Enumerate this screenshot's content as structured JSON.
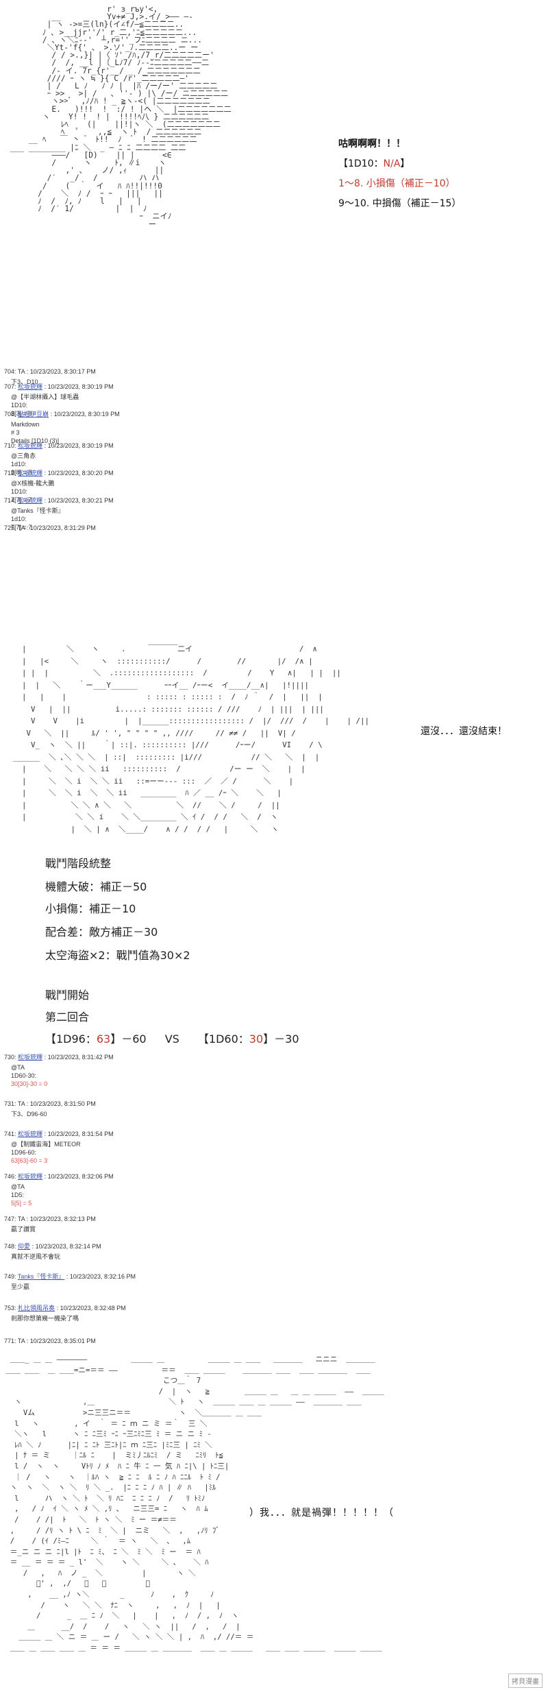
{
  "scene1": {
    "art": "                      r' з_rъy'<,\n          __          Yv+≠ J,>.イ/_>―― ―-\n         | ヽ ->=三(ln}(イ∠f/―≦二二二二..\n        ﾉ ､ >__jjr''/' r_二,'ﾆ≦二二二二二...\n        / 、ヽ＼ﾆ‐-'  ┴,r=''_フﾆ二二二二 ニ...\n         ＼Yt-'f{' 、 >.ソ'_ﾉ.二二二二..ー ー\n          / / >.,}| |〈 ｿ' /ﾊ,/7_r/二二二二二ー'\n          /  /, __l |〔_Lﾉ7/ ﾉ--ﾆ二二二二二――二\n          /- イ. 7r_{r'__/ _ /_二二二二二二二\n         //// ｰ ヽ ≒ }{ C /r'_二二二二二―'\n         | /   L ﾉ   ﾉ ﾉ |  |ﾊ /ー/ー' 二二二二二\n         ｰ >>   >| /   ､ ''‐ ) |\\ /ー/ ニ二二二二二\n          ヽ>>ﾞ  ,ﾉ/ﾊ ! _ ≧ヽ-<( |二二二二二二二\n          E.   )!!!  !  :/ ! |ヘ ＼  |二二二二二二二\n        ヽ    Y! !  ! |  !!!!ﾍ八 } 二二二二二二\n            ﾚﾍ    (|    ||!|ヽ ＼  (二二二二二二二\n            ﾍ   ﾟ    ,,≦  ヽ ﾄ  / 二二二二二二\n     __ ﾍ   ￣ 丶  ゙  ﾄ!!  ﾉ   ゙  ! 二二二二二二\n ___ ________ |ﾆ ＼  _ ― ﾆ ﾆ 二二二二 二二\n          ―――/   [D)    || |      <∈\n          /      ヽ     ﾄ, ∥i    ヽ\n             ,' ､    ノ/ ,ｨ      ||\n         /′   _/   /         ハ ハ\n        /    (  ｀  イ   ﾊ ﾊ!!|!!!0\n       /    ＼  ﾉ /  ｰ ｰ   |||   ||\n       ﾉ  /  ﾉ, ﾉ    l   |   |\n       ﾉ  /′ 1/         |  |  ﾉ\n                             ｰ  ニイﾉ\n                               ー",
    "side": {
      "title": "咕啊啊啊！！！",
      "line1_prefix": "【1D10：",
      "line1_value": "N/A",
      "line1_suffix": "】",
      "line2": "1～8. 小損傷（補正－10）",
      "line3": "9～10. 中損傷（補正－15）"
    }
  },
  "posts1": [
    {
      "no": "704",
      "author": "TA",
      "linked": false,
      "time": "10/23/2023, 8:30:17 PM",
      "body": [
        {
          "t": "下3、D10"
        }
      ]
    },
    {
      "no": "707",
      "author": "松坂銃輝",
      "linked": true,
      "time": "10/23/2023, 8:30:19 PM",
      "body": [
        {
          "t": "@【半湖林攝入】球毛蟲"
        },
        {
          "t": "1D10:"
        },
        {
          "t": "3[3] = 3"
        }
      ]
    },
    {
      "no": "708",
      "author": "點燈伊豆崩",
      "linked": true,
      "time": "10/23/2023, 8:30:19 PM",
      "body": [
        {
          "t": "Markdown"
        },
        {
          "t": "# 3"
        },
        {
          "t": "Details [1D10 (3)]"
        }
      ]
    },
    {
      "no": "710",
      "author": "松坂銃輝",
      "linked": true,
      "time": "10/23/2023, 8:30:19 PM",
      "body": [
        {
          "t": "@三角赤"
        },
        {
          "t": "1d10:"
        },
        {
          "t": "8[8] = 8"
        }
      ]
    },
    {
      "no": "712",
      "author": "松坂銃輝",
      "linked": true,
      "time": "10/23/2023, 8:30:20 PM",
      "body": [
        {
          "t": "@X核機-龍大鵬"
        },
        {
          "t": "1D10:"
        },
        {
          "t": "7[7] = 7"
        }
      ]
    },
    {
      "no": "714",
      "author": "松坂銃輝",
      "linked": true,
      "time": "10/23/2023, 8:30:21 PM",
      "body": [
        {
          "t": "@Tanks『怪卡斯』"
        },
        {
          "t": "1d10:"
        },
        {
          "t": "7[7] = 7"
        }
      ]
    },
    {
      "no": "725",
      "author": "TA",
      "linked": false,
      "time": "10/23/2023, 8:31:29 PM",
      "body": []
    }
  ],
  "scene2": {
    "art": "    |         ＼    ヽ     .     ￣￣￣￣二イ                        /  ∧\n    |   |<     ＼     ヽ  :::::::::::/      /        //       |/  /∧ |\n    | |  |          ＼  .::::::::::::::::::  /         /    Y   ∧|   | |  ||\n    |  |   ＼    ｀ー___Y______      ｰｰイ__ /ｰー<  イ____/__∧|   |!||||\n    |   |    |                  : ::::: : ::::: :  /  ﾉ ｀  /  |   ||  |\n      V   |  ||          i.....: ::::::: :::::: / ///    ﾉ  | |||  | |||\n      V    V    |i         |  |______::::::::::::::::: /  |/  ///  /    |    | /||\n     V   ＼  ||     ﾙ/ ' ', \" \" \" \" ,, ////     // ≠≠ /   ||  V| /\n      V_  ヽ  ＼ ||    ｀| ::|. :::::::::: |///      /ｰー/      VI    / \\\n  ______  ＼ ､＼ ＼ ＼  | ::|  ::::::::: |i///           // ＼   ＼  |  |\n    |    ＼   ＼ ＼ ＼ ii   ::::::::::  /           /ー ー  ＼    |  |\n    |     ＼  ＼ i  ＼ ＼ ii   ::=ーー--- :::  ／  ／ /      ＼    |\n    |     ＼  ＼ i  ＼  ＼ ii   ________  ﾊ ／ __ /ｰ ＼    ＼   |\n    |          ＼ ＼ ∧ ＼   ＼          ＼  //    ＼ /     /  ||\n    |           ＼ ＼ i    ＼ ＼________ ＼ ｲ /  / /   ＼  /  ヽ\n               |  ＼ | ∧  ＼____/    ∧ / /  / /   |     ＼   ヽ",
    "side": "還沒．．．還沒結束！"
  },
  "battle": {
    "lines": [
      {
        "t": "戰鬥階段統整"
      },
      {
        "t": "機體大破：補正－50"
      },
      {
        "t": "小損傷：補正－10"
      },
      {
        "t": "配合差：敵方補正－30"
      },
      {
        "t": "太空海盜×2：戰鬥值為30×2"
      },
      {
        "t": ""
      },
      {
        "t": "戰鬥開始"
      },
      {
        "t": "第二回合"
      }
    ],
    "roll_a_prefix": "【1D96：",
    "roll_a_value": "63",
    "roll_a_suffix": "】－60",
    "vs": "VS",
    "roll_b_prefix": "【1D60：",
    "roll_b_value": "30",
    "roll_b_suffix": "】－30"
  },
  "posts2": [
    {
      "no": "730",
      "author": "松坂銃輝",
      "linked": true,
      "time": "10/23/2023, 8:31:42 PM",
      "body": [
        {
          "t": "@TA"
        },
        {
          "t": "1D60-30:"
        },
        {
          "t": "30[30]-30 = 0",
          "red": true
        }
      ]
    },
    {
      "no": "731",
      "author": "TA",
      "linked": false,
      "time": "10/23/2023, 8:31:50 PM",
      "body": [
        {
          "t": "下3、D96-60"
        }
      ]
    },
    {
      "no": "741",
      "author": "松坂銃輝",
      "linked": true,
      "time": "10/23/2023, 8:31:54 PM",
      "body": [
        {
          "t": "@【制鐵宙海】METEOR"
        },
        {
          "t": "1D96-60:"
        },
        {
          "t": "63[63]-60 = 3",
          "red": true
        }
      ]
    },
    {
      "no": "746",
      "author": "松坂銃輝",
      "linked": true,
      "time": "10/23/2023, 8:32:06 PM",
      "body": [
        {
          "t": "@TA"
        },
        {
          "t": "1D5:"
        },
        {
          "t": "5[5] = 5",
          "red": true
        }
      ]
    },
    {
      "no": "747",
      "author": "TA",
      "linked": false,
      "time": "10/23/2023, 8:32:13 PM",
      "body": [
        {
          "t": "贏了讚賞"
        }
      ]
    },
    {
      "no": "748",
      "author": "仰愛",
      "linked": true,
      "time": "10/23/2023, 8:32:14 PM",
      "body": [
        {
          "t": "真就不逆風不會玩"
        }
      ]
    },
    {
      "no": "749",
      "author": "Tanks『怪卡斯』",
      "linked": true,
      "time": "10/23/2023, 8:32:16 PM",
      "body": [
        {
          "t": "至少贏"
        }
      ]
    },
    {
      "no": "753",
      "author": "札比領風吊奏",
      "linked": true,
      "time": "10/23/2023, 8:32:48 PM",
      "body": [
        {
          "t": "剎那你想第幾一機染了嗎"
        }
      ]
    },
    {
      "no": "771",
      "author": "TA",
      "linked": false,
      "time": "10/23/2023, 8:35:01 PM",
      "body": []
    }
  ],
  "scene3": {
    "art": "  ＿＿_ ＿ ＿ ―――――――          ＿＿＿ ＿          ＿＿＿ ＿ ＿＿   ＿＿＿＿   ニニニ  ＿＿＿＿\n ＿＿ ＿＿  ＿ ＿＿=ニ=＝＝ ――          ＝＝  ＿＿ ＿＿＿    ＿＿＿＿ ＿＿  ＿＿ ＿＿＿＿  ＿＿\n                                     こつ＿｀ 7\n                                    /  |  ヽ   ≧        ＿＿＿ ＿   ＿ ＿ ＿＿＿  ――  ＿＿＿\n   ヽ              ,＿                 ＼ ﾄ   ヽ  ＿＿＿ ＿＿ ＿ ＿＿＿ ――  ＿＿＿＿ ＿＿\n     Vム           >ニ三三ニ＝＝           ヽ  ＼＿＿＿＿ ＿ ＿＿\n   l   ヽ        , イ  ｀ ＝ ﾆ ｍ ニ ミ ＝｀  三 ＼\n   ＼ヽ   l      ヽ ﾆ ﾆ三ﾐ ｰﾆ ｰ三ﾆﾐﾆ三 ﾐ ＝ ニ ニ ﾐ ‐\n   ﾚﾊ ＼ ﾉ      |ﾆ| ﾆ ﾆﾄ 三ﾆﾄ|ﾆ ｍ ﾆ三ﾆ |ﾐﾆ三 | ﾆﾐ ＼\n   | ﾅ ＝ ミ     ｜ﾆﾙ ﾆ    |  ミﾐ丿ﾆﾙﾆﾐ  / ミ   ﾆﾐﾘ  ﾄ≦\n   l /  ヽ  ヽ     Vﾄﾘ ﾉ ﾒ  ﾊ ﾆ 牛 ﾆ 一 気 ﾊ ﾆ|\\ | ﾄﾆ三|\n   ｜ /   ヽ    ヽ  ｜ﾙﾊ ヽ  ≧ ﾆ ﾆ  ﾙ ﾆ ﾉ ﾊ ﾆﾆﾙ  ﾄ ﾐ /\n  ヽ  ヽ  ＼  ヽ ＼  ﾘ ＼ _.  |ﾆ ﾆ ﾆ ﾉ ﾊ | ∥ ﾊ   |ﾐﾙ\n   l      ハ  ヽ ＼ ﾄ  ＼ ﾘ ﾊﾆ  ﾆ ﾆ ﾆ ﾉ  /   ﾘ ﾄﾐﾉ\n   ,   / ﾉ  ｲ ＼ ヽ ﾒ ＼ ,ﾘ ､   ニ三三= ﾆ   ヽ  ﾊ ﾑ\n   /    / /|  ﾄ   ＼  ﾄ ヽ ＼  ﾐ ー ＝≠＝＝\n  ,     / /ﾘ ヽ ﾄ \\ ﾆ  ﾐ  ＼ |  ニミ   ＼  ,   ,ﾉﾘ ﾌﾞ\n  /    / (ｲ /ﾐ―ﾆ     ＼ ｀  ＝ ヽ   ＼  、  ,ﾑ\n  ＝_ニ ニ ニ ﾆ|l |ﾄ  ﾆ ﾐ、 ﾆ ＼  ﾐ ＼  ﾐ ー  ＝ ﾊ\n  ＝ __ ＝ ＝ ＝ _ l'  ＼    ヽ ＼     ＼ 、   ＼ ﾊ\n     /   ,   ﾊ  ノ _  ＼         |       ヽ ＼\n        ﾞ' ,  ,/   ＼   ＼         ｜\n      ,    __ ,ﾉ ヽ＼       _      ﾉ    ,  ｸ     ﾉ\n         /    ヽ   ＼ ＼  ﾅﾆ  ヽ     ,   ,  ﾉ  |   |\n        /      _  ＿ ﾆ ﾉ  ＼   |    |   ,  ﾉ  / ,  ﾉ  ヽ\n      ＿      __/  /    /   ヽ   ＼ ヽ  ||   /  ,   /  |\n    ＿＿＿ ＿ ＼ ニ ＝ ＿ ー /   ＼ ヽ ＼ ＼ | ,  ﾊ  ,/ //＝ ＝\n  ＿＿ ＿ ＿＿ ＿＿ ＿ ＝ ＝ ＝ ＿＿＿ ＿ ＿＿＿＿  ＿＿ ＿ ＿＿＿   ＿＿ ＿＿ ＿＿＿  ＿＿＿ ＿＿＿",
    "bubble": "）我．．．就是禍彈！！！！！（"
  },
  "watermark": "拷貝漫畫"
}
